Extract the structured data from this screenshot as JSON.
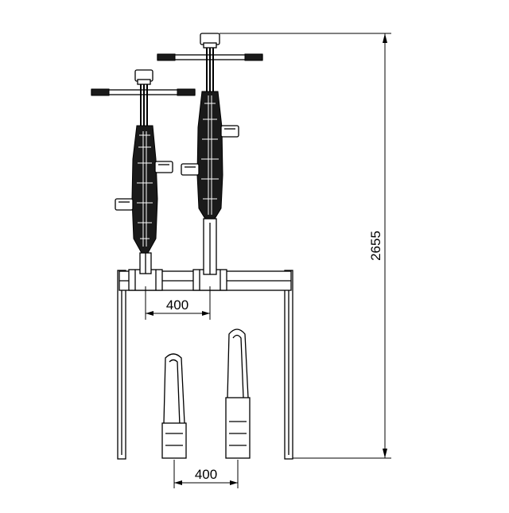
{
  "drawing": {
    "dimensions": {
      "top_spacing": "400",
      "bottom_spacing": "400",
      "total_height": "2655"
    },
    "colors": {
      "line": "#000000",
      "background": "#ffffff"
    }
  }
}
